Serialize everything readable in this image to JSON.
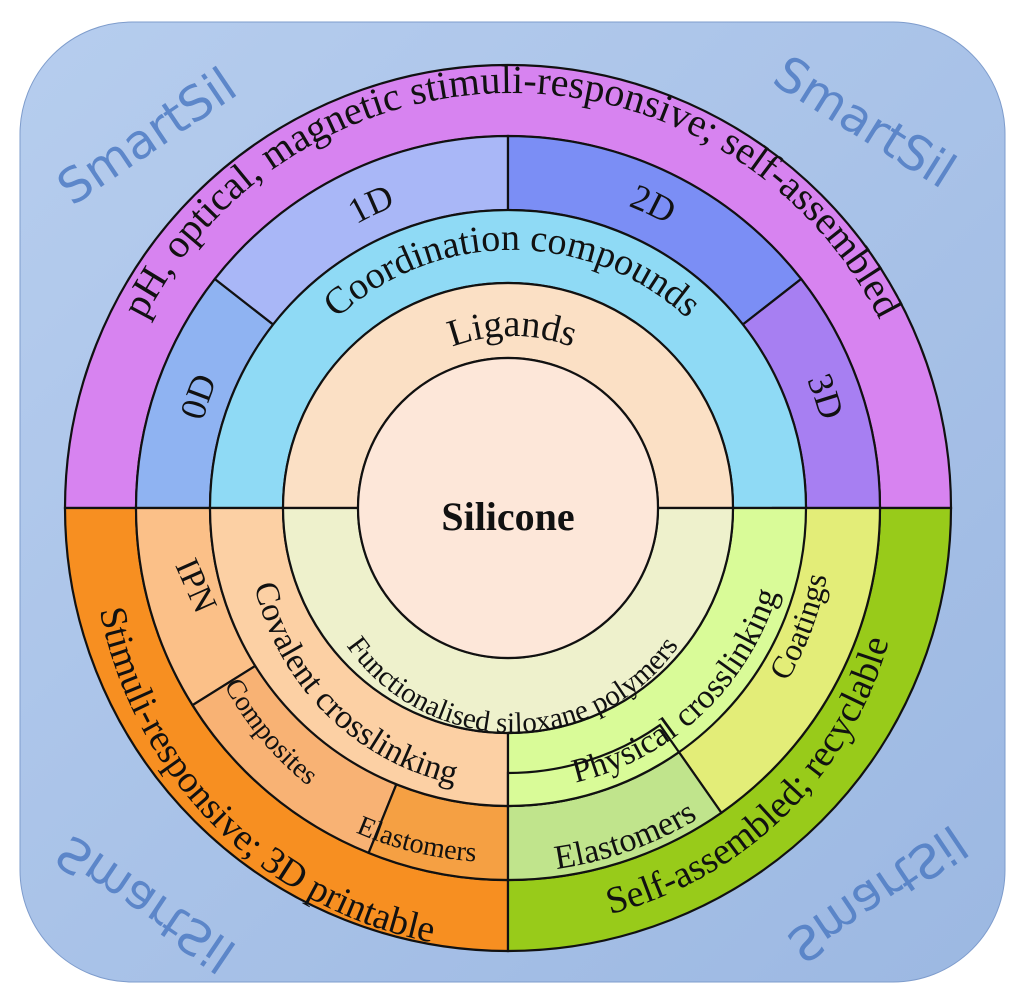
{
  "center": {
    "label": "Silicone"
  },
  "watermark": {
    "text": "SmartSil"
  },
  "top": {
    "outer_label": "pH, optical, magnetic stimuli-responsive; self-assembled",
    "middle_label": "Coordination compounds",
    "inner_label": "Ligands",
    "dimensions": [
      "0D",
      "1D",
      "2D",
      "3D"
    ]
  },
  "bottom_left": {
    "outer_label": "Stimuli-responsive; 3D printable",
    "ipn_label": "IPN",
    "composites_label": "Composites",
    "elastomers_label": "Elastomers",
    "covalent_label": "Covalent crosslinking"
  },
  "bottom_right": {
    "outer_label": "Self-assembled; recyclable",
    "coatings_label": "Coatings",
    "elastomers_label": "Elastomers",
    "physical_label": "Physical crosslinking"
  },
  "bottom_inner": {
    "label": "Functionalised siloxane polymers"
  },
  "colors": {
    "background_panel": "#a9c2e6",
    "top_outer": "#d783f0",
    "dim_0d": "#8fb3f2",
    "dim_1d": "#a9b7f7",
    "dim_2d": "#7b8ef5",
    "dim_3d": "#a77ff2",
    "coordination": "#8fdaf5",
    "ligands": "#fbe0c5",
    "center": "#fde7d9",
    "left_outer": "#f78f21",
    "ipn": "#fbc088",
    "composites": "#f8b274",
    "elastomers_left": "#f5a043",
    "covalent": "#fcd0a4",
    "right_outer": "#98cb1a",
    "coatings": "#e3ed78",
    "elastomers_right": "#c0e48c",
    "physical": "#d9fb98",
    "functionalised": "#eef1cc"
  }
}
